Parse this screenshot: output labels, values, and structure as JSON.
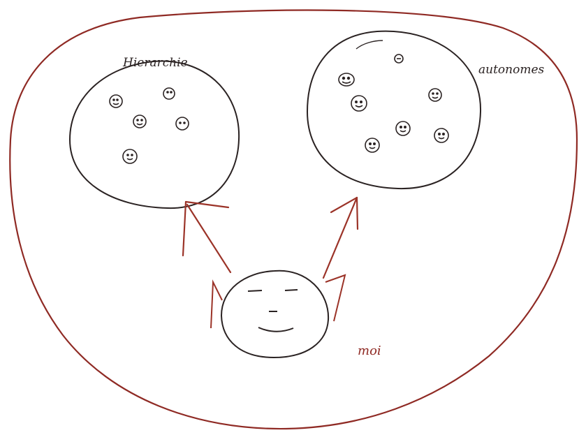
{
  "labels": {
    "left_group": "Hierarchie",
    "right_group": "autonomes",
    "self": "moi"
  },
  "colors": {
    "outer_ink": "#8f2a24",
    "inner_ink": "#2a2222",
    "arrow_ink": "#9b3328",
    "background": "#ffffff"
  }
}
